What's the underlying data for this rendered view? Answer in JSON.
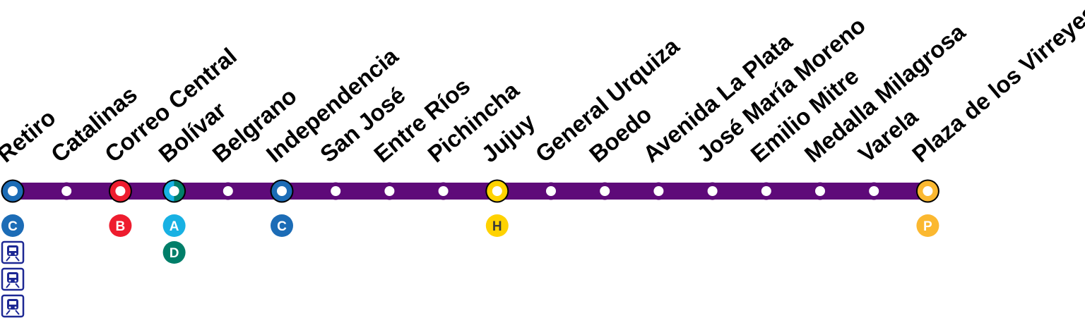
{
  "line": {
    "color": "#5e0a79",
    "stations": [
      {
        "name": "Retiro",
        "marker": "#1c6cb6",
        "connections": [
          {
            "type": "subway",
            "letter": "C",
            "color": "#1c6cb6",
            "text_color": "#ffffff"
          },
          {
            "type": "train",
            "icon": "train-icon",
            "color": "#1d2894"
          },
          {
            "type": "train",
            "icon": "train-icon",
            "color": "#1d2894"
          },
          {
            "type": "train",
            "icon": "train-icon",
            "color": "#1d2894"
          }
        ]
      },
      {
        "name": "Catalinas",
        "marker": null,
        "connections": []
      },
      {
        "name": "Correo Central",
        "marker": "#ee1c2e",
        "connections": [
          {
            "type": "subway",
            "letter": "B",
            "color": "#ee1c2e",
            "text_color": "#ffffff"
          }
        ]
      },
      {
        "name": "Bolívar",
        "marker": "split",
        "marker_colors": [
          "#18b1e3",
          "#007e69"
        ],
        "connections": [
          {
            "type": "subway",
            "letter": "A",
            "color": "#18b1e3",
            "text_color": "#ffffff"
          },
          {
            "type": "subway",
            "letter": "D",
            "color": "#007e69",
            "text_color": "#ffffff"
          }
        ]
      },
      {
        "name": "Belgrano",
        "marker": null,
        "connections": []
      },
      {
        "name": "Independencia",
        "marker": "#1c6cb6",
        "connections": [
          {
            "type": "subway",
            "letter": "C",
            "color": "#1c6cb6",
            "text_color": "#ffffff"
          }
        ]
      },
      {
        "name": "San José",
        "marker": null,
        "connections": []
      },
      {
        "name": "Entre Ríos",
        "marker": null,
        "connections": []
      },
      {
        "name": "Pichincha",
        "marker": null,
        "connections": []
      },
      {
        "name": "Jujuy",
        "marker": "#ffd200",
        "connections": [
          {
            "type": "subway",
            "letter": "H",
            "color": "#ffd200",
            "text_color": "#3a3a3a"
          }
        ]
      },
      {
        "name": "General Urquiza",
        "marker": null,
        "connections": []
      },
      {
        "name": "Boedo",
        "marker": null,
        "connections": []
      },
      {
        "name": "Avenida La Plata",
        "marker": null,
        "connections": []
      },
      {
        "name": "José María Moreno",
        "marker": null,
        "connections": []
      },
      {
        "name": "Emilio Mitre",
        "marker": null,
        "connections": []
      },
      {
        "name": "Medalla Milagrosa",
        "marker": null,
        "connections": []
      },
      {
        "name": "Varela",
        "marker": null,
        "connections": []
      },
      {
        "name": "Plaza de los Virreyes",
        "marker": "#fbb830",
        "connections": [
          {
            "type": "premetro",
            "letter": "P",
            "color": "#fbb830",
            "text_color": "#ffffff"
          }
        ]
      }
    ]
  }
}
